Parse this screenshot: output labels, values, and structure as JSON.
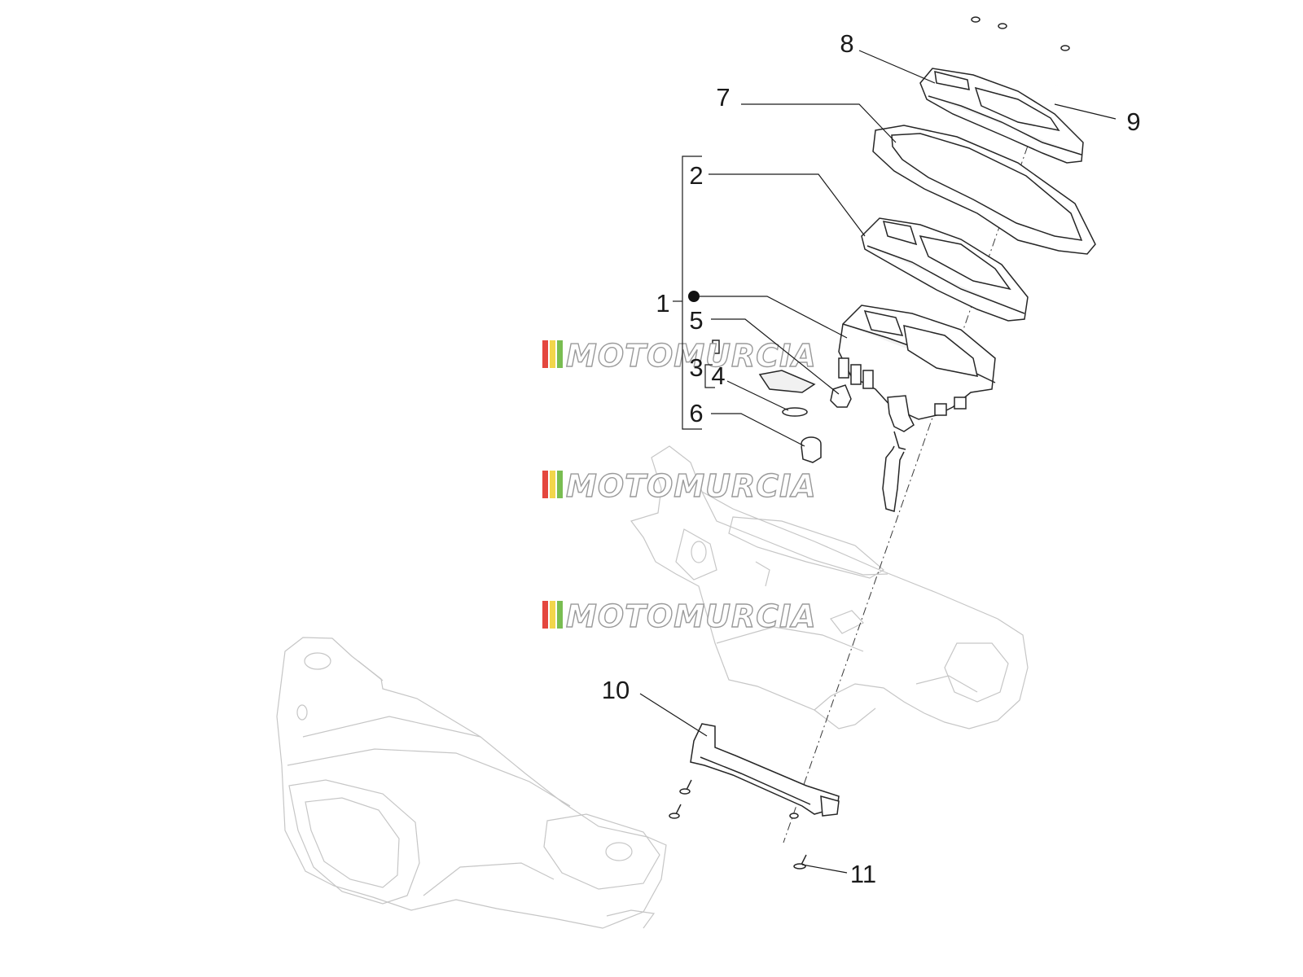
{
  "callouts": [
    {
      "id": "1",
      "label": "1"
    },
    {
      "id": "2",
      "label": "2"
    },
    {
      "id": "3",
      "label": "3"
    },
    {
      "id": "4",
      "label": "4"
    },
    {
      "id": "5",
      "label": "5"
    },
    {
      "id": "6",
      "label": "6"
    },
    {
      "id": "7",
      "label": "7"
    },
    {
      "id": "8",
      "label": "8"
    },
    {
      "id": "9",
      "label": "9"
    },
    {
      "id": "10",
      "label": "10"
    },
    {
      "id": "11",
      "label": "11"
    }
  ],
  "watermark": {
    "text": "MOTOMURCIA",
    "stripe_colors": [
      "#e4473e",
      "#f2d64b",
      "#79bd51"
    ]
  },
  "colors": {
    "line": "#262626",
    "faint_line": "#c6c6c6",
    "background": "#ffffff"
  }
}
